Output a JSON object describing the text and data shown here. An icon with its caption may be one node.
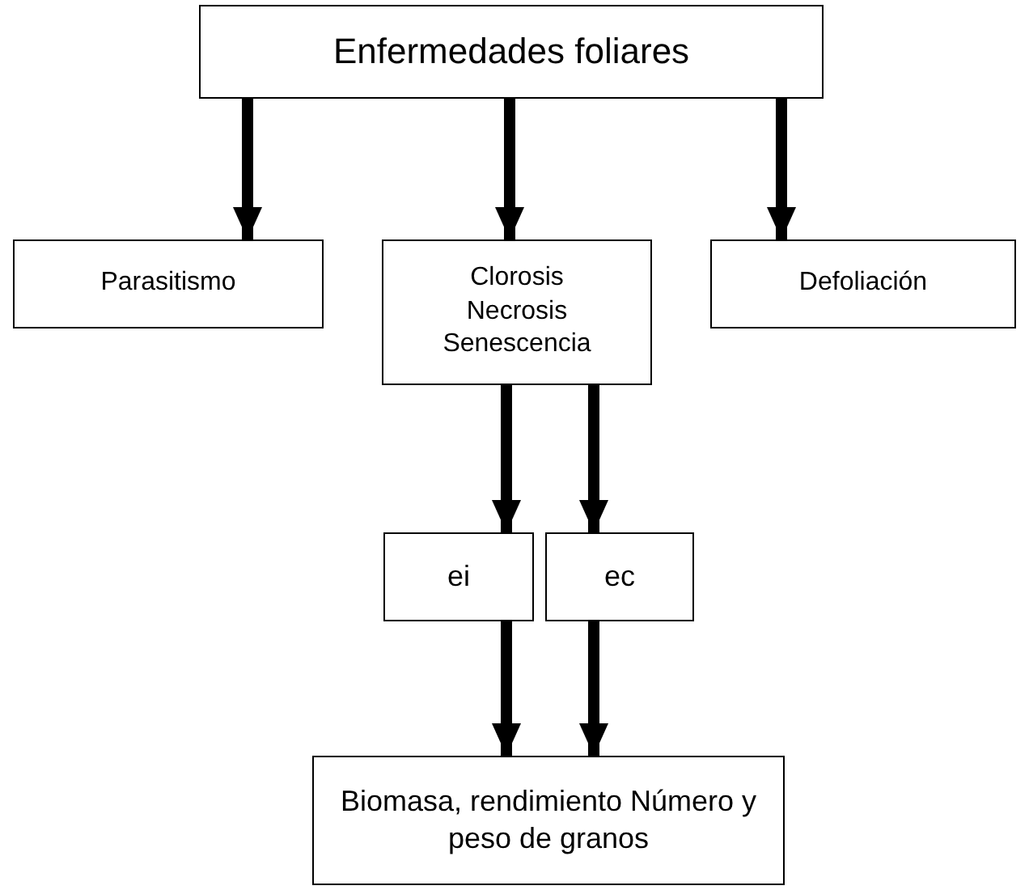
{
  "diagram": {
    "nodes": [
      {
        "text": [
          "Enfermedades foliares"
        ]
      },
      {
        "text": [
          "Parasitismo"
        ]
      },
      {
        "text": [
          "Clorosis Necrosis Senescencia"
        ]
      },
      {
        "text": [
          "Defoliación"
        ]
      },
      {
        "text": [
          "ei"
        ]
      },
      {
        "text": [
          "ec"
        ]
      },
      {
        "text": [
          "Biomasa, rendimiento Número y peso de granos"
        ]
      }
    ],
    "edges": [
      {
        "from": 0,
        "to": 1,
        "arrow": "to"
      },
      {
        "from": 0,
        "to": 2,
        "arrow": "to"
      },
      {
        "from": 0,
        "to": 3,
        "arrow": "to"
      },
      {
        "from": 2,
        "to": 4,
        "arrow": "to"
      },
      {
        "from": 2,
        "to": 5,
        "arrow": "to"
      },
      {
        "from": 4,
        "to": 6,
        "arrow": "to"
      },
      {
        "from": 5,
        "to": 6,
        "arrow": "to"
      }
    ]
  }
}
